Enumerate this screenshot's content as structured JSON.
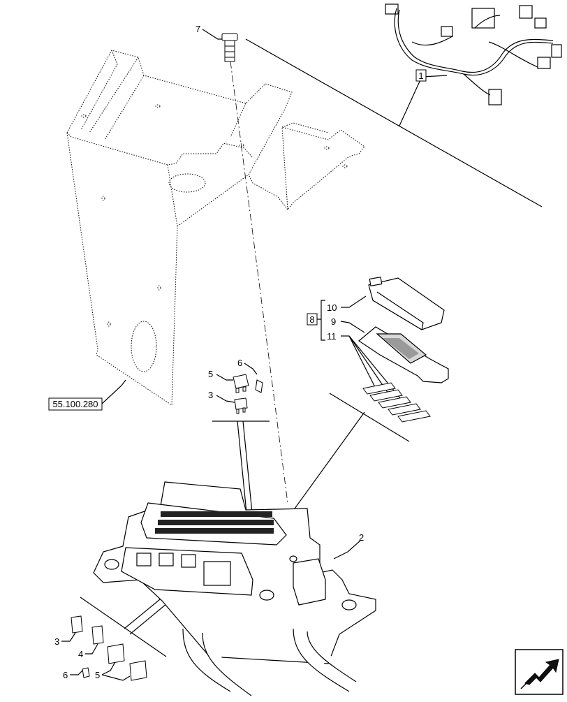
{
  "diagram": {
    "reference_label": "55.100.280",
    "callouts": {
      "c1": "1",
      "c2": "2",
      "c3a": "3",
      "c3b": "3",
      "c4": "4",
      "c5a": "5",
      "c5b": "5",
      "c6a": "6",
      "c6b": "6",
      "c7": "7",
      "c8": "8",
      "c9": "9",
      "c10": "10",
      "c11": "11"
    },
    "nav_icon": "next-page-arrow-icon"
  }
}
